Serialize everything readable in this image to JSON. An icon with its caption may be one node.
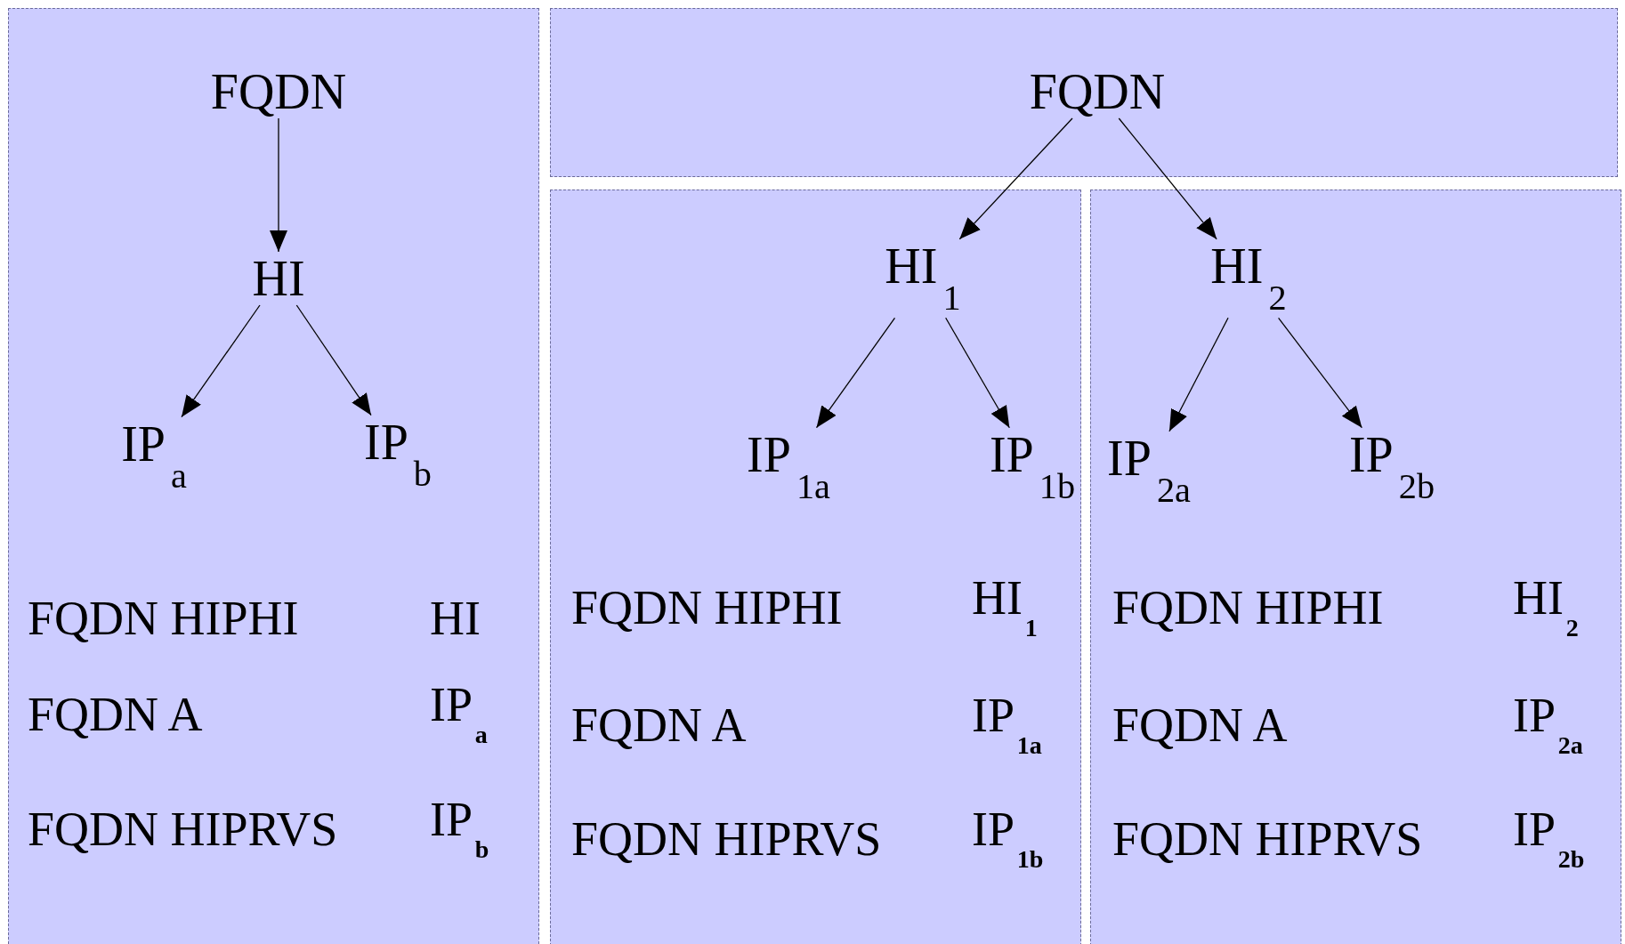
{
  "diagram": {
    "nodes": [
      {
        "text": [],
        "shape": "box"
      },
      {
        "text": [
          "FQDN"
        ],
        "in": 0
      },
      {
        "text": [
          "HI"
        ],
        "in": 0
      },
      {
        "text": [
          "IP$_{a}$"
        ],
        "in": 0
      },
      {
        "text": [
          "IP$_{b}$"
        ],
        "in": 0
      },
      {
        "text": [],
        "shape": "box"
      },
      {
        "text": [
          "FQDN"
        ],
        "in": 5
      },
      {
        "text": [],
        "shape": "box"
      },
      {
        "text": [
          "HI$_{1}$"
        ],
        "in": 7
      },
      {
        "text": [
          "IP$_{1a}$"
        ],
        "in": 7
      },
      {
        "text": [
          "IP$_{1b}$"
        ],
        "in": 7
      },
      {
        "text": [],
        "shape": "box"
      },
      {
        "text": [
          "HI$_{2}$"
        ],
        "in": 11
      },
      {
        "text": [
          "IP$_{2a}$"
        ],
        "in": 11
      },
      {
        "text": [
          "IP$_{2b}$"
        ],
        "in": 11
      }
    ],
    "edges": [
      {
        "from": 1,
        "to": 2,
        "arrow": "to"
      },
      {
        "from": 2,
        "to": 3,
        "arrow": "to"
      },
      {
        "from": 2,
        "to": 4,
        "arrow": "to"
      },
      {
        "from": 6,
        "to": 8,
        "arrow": "to"
      },
      {
        "from": 6,
        "to": 12,
        "arrow": "to"
      },
      {
        "from": 8,
        "to": 9,
        "arrow": "to"
      },
      {
        "from": 8,
        "to": 10,
        "arrow": "to"
      },
      {
        "from": 12,
        "to": 13,
        "arrow": "to"
      },
      {
        "from": 12,
        "to": 14,
        "arrow": "to"
      }
    ],
    "labels": [
      "FQDN HIPHI",
      "HI",
      "FQDN A",
      "IP$_{a}$",
      "FQDN HIPRVS",
      "IP$_{b}$",
      "FQDN HIPHI",
      "HI$_{1}$",
      "FQDN A",
      "IP$_{1a}$",
      "FQDN HIPRVS",
      "IP$_{1b}$",
      "FQDN HIPHI",
      "HI$_{2}$",
      "FQDN A",
      "IP$_{2a}$",
      "FQDN HIPRVS",
      "IP$_{2b}$"
    ]
  }
}
